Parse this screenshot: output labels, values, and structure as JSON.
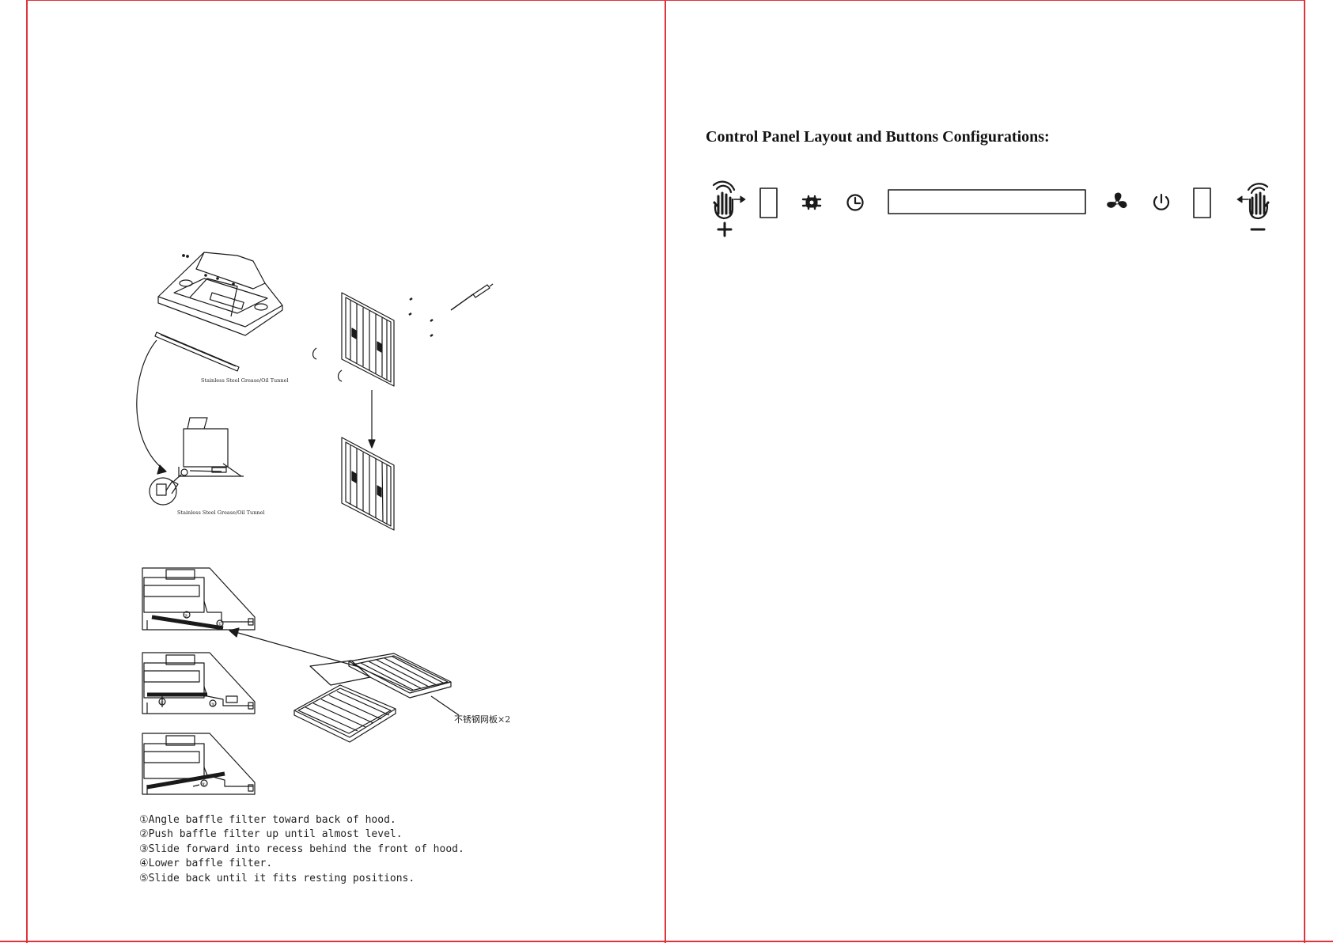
{
  "colors": {
    "frame": "#e0343d",
    "ink": "#1a1a1a"
  },
  "left_page": {
    "top_figure": {
      "label_tunnel_top": "Stainless Steel Grease/Oil Tunnel",
      "label_tunnel_bottom": "Stainless Steel Grease/Oil Tunnel"
    },
    "install_figure": {
      "filter_label": "不锈钢网板×2",
      "markers": [
        "①",
        "②",
        "③",
        "④",
        "⑤"
      ]
    },
    "steps": [
      "①Angle baffle filter toward back of hood.",
      "②Push baffle filter up until almost level.",
      "③Slide forward into recess behind the front of hood.",
      "④Lower baffle filter.",
      "⑤Slide back until it fits resting positions."
    ]
  },
  "right_page": {
    "title": "Control Panel Layout and Buttons Configurations:",
    "control_panel": {
      "left_gesture": {
        "icon": "hand-wave-right-icon",
        "symbol": "+"
      },
      "right_gesture": {
        "icon": "hand-wave-left-icon",
        "symbol": "−"
      },
      "buttons": [
        "light-icon",
        "timer-icon",
        "fan-icon",
        "power-icon"
      ]
    }
  }
}
